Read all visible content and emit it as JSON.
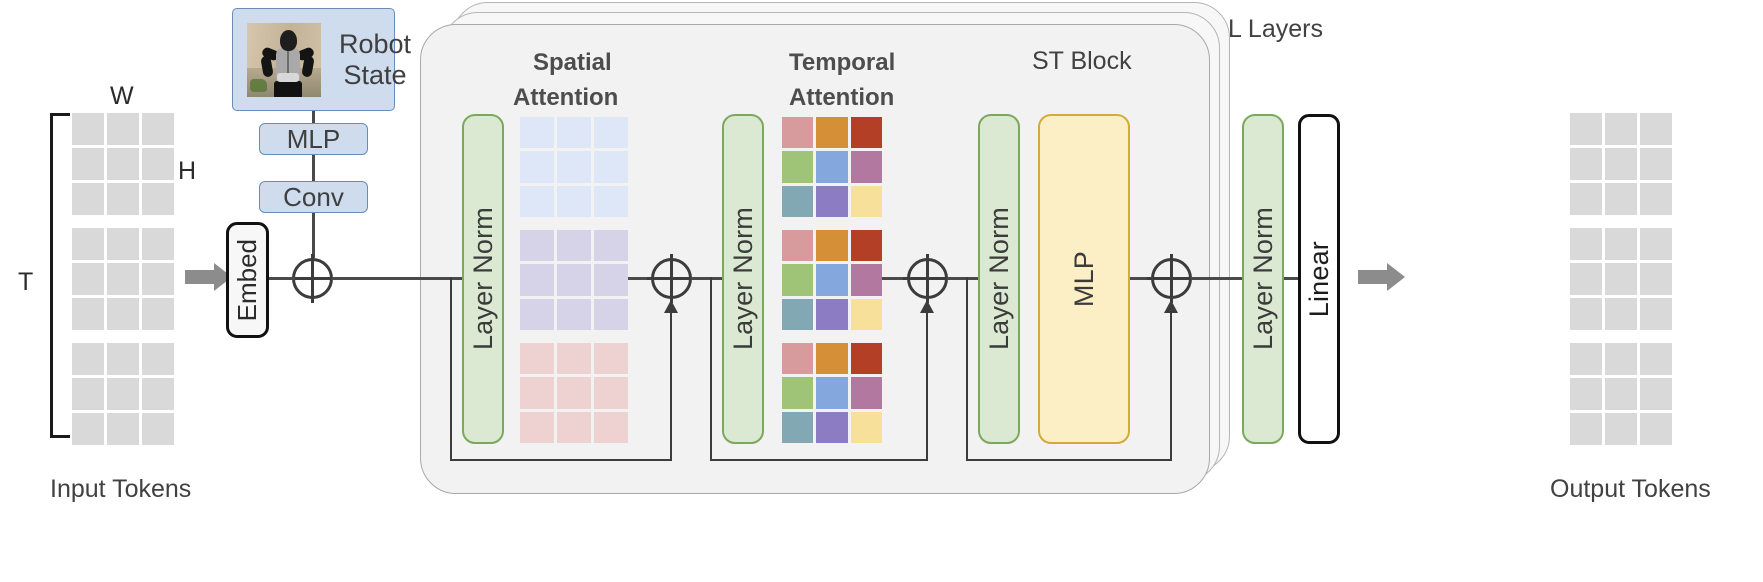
{
  "diagram": {
    "title": "Spatio-Temporal Transformer architecture",
    "left": {
      "width_label": "W",
      "height_label": "H",
      "time_label": "T",
      "input_caption": "Input Tokens",
      "token_grid_count": 3
    },
    "robot_state": {
      "label": "Robot State",
      "photo_alt": "humanoid-robot-standing-hands-on-hips",
      "mlp_label": "MLP",
      "conv_label": "Conv"
    },
    "embed": {
      "label": "Embed"
    },
    "block": {
      "st_block_label": "ST Block",
      "l_layers_label": "L Layers",
      "spatial_title": "Spatial\nAttention",
      "spatial_title_line1": "Spatial",
      "spatial_title_line2": "Attention",
      "temporal_title_line1": "Temporal",
      "temporal_title_line2": "Attention",
      "layer_norm_label": "Layer Norm",
      "mlp_label": "MLP",
      "add_symbol": "+"
    },
    "output": {
      "layer_norm_label": "Layer Norm",
      "linear_label": "Linear",
      "output_caption": "Output Tokens",
      "token_grid_count": 3
    },
    "colors": {
      "token_gray": "#d9d9d9",
      "robot_box_fill": "#cfdcee",
      "robot_box_border": "#6b8cba",
      "layer_norm_fill": "#dbe9d3",
      "layer_norm_border": "#7aa95d",
      "mlp_fill": "#fcefc6",
      "mlp_border": "#d3ab3a",
      "panel_fill": "#f2f2f2",
      "panel_border": "#a8a8a8",
      "line": "#4a4a4a",
      "text": "#414141"
    },
    "spatial_attention_maps": [
      {
        "name": "map-1",
        "fill": "#dde7f8"
      },
      {
        "name": "map-2",
        "fill": "#d6d2e8"
      },
      {
        "name": "map-3",
        "fill": "#eed1d1"
      }
    ],
    "temporal_attention_maps": [
      {
        "name": "map-1",
        "cells": [
          "#d79a9d",
          "#d48f37",
          "#b33f26",
          "#9fc477",
          "#84a8de",
          "#b3789f",
          "#82a9b3",
          "#8b7cc4",
          "#f6e09a"
        ]
      },
      {
        "name": "map-2",
        "cells": [
          "#d79a9d",
          "#d48f37",
          "#b33f26",
          "#9fc477",
          "#84a8de",
          "#b3789f",
          "#82a9b3",
          "#8b7cc4",
          "#f6e09a"
        ]
      },
      {
        "name": "map-3",
        "cells": [
          "#d79a9d",
          "#d48f37",
          "#b33f26",
          "#9fc477",
          "#84a8de",
          "#b3789f",
          "#82a9b3",
          "#8b7cc4",
          "#f6e09a"
        ]
      }
    ]
  }
}
